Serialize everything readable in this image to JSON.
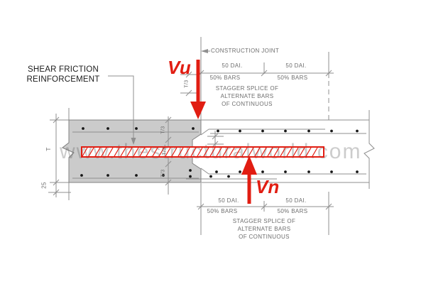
{
  "diagram": {
    "title": {
      "line1": "SHEAR FRICTION",
      "line2": "REINFORCEMENT"
    },
    "watermark": "www.thestructuralworld.com",
    "construction_joint": "CONSTRUCTION JOINT",
    "force_applied": "Vu",
    "force_nominal": "Vn",
    "dim_thickness": "T",
    "dim_offset": "25",
    "dim_third": "T/3",
    "lap_length": "50 DAI.",
    "bar_share": "50% BARS",
    "splice_note_1": "STAGGER SPLICE OF",
    "splice_note_2": "ALTERNATE BARS",
    "splice_note_3": "OF CONTINUOUS",
    "colors": {
      "force_red": "#e11d12",
      "concrete_gray": "#cbcbcb",
      "line_gray": "#8a8a8a",
      "watermark_gray": "#5a5a5a"
    }
  }
}
